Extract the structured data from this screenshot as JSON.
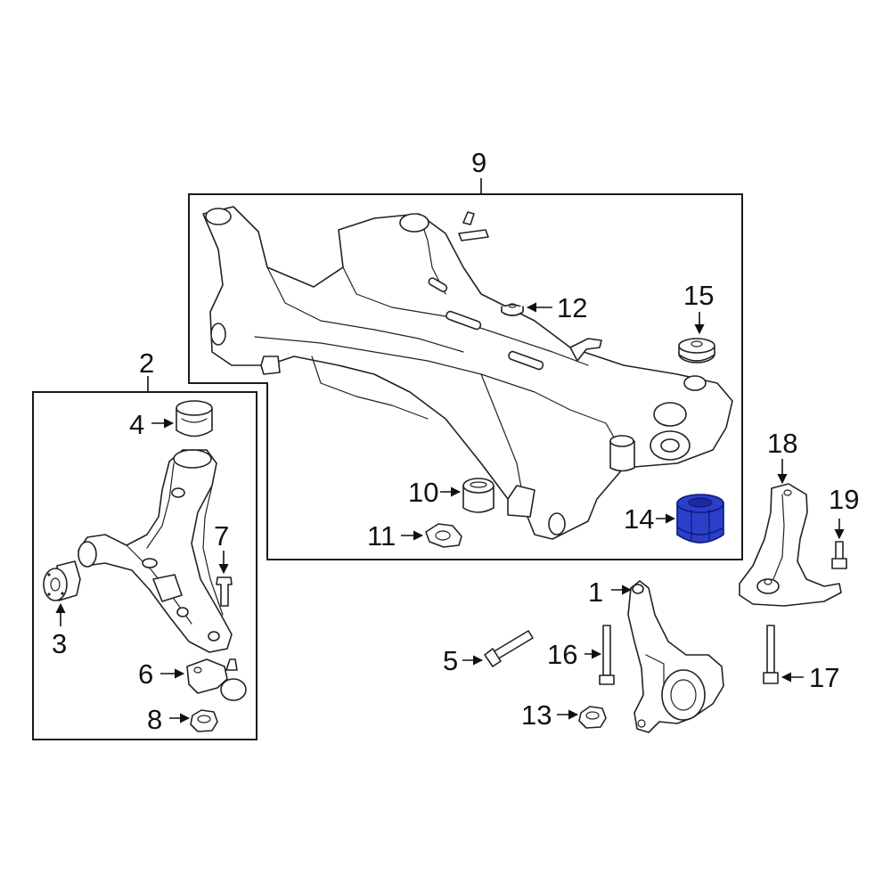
{
  "callouts": {
    "c1": "1",
    "c2": "2",
    "c3": "3",
    "c4": "4",
    "c5": "5",
    "c6": "6",
    "c7": "7",
    "c8": "8",
    "c9": "9",
    "c10": "10",
    "c11": "11",
    "c12": "12",
    "c13": "13",
    "c14": "14",
    "c15": "15",
    "c16": "16",
    "c17": "17",
    "c18": "18",
    "c19": "19"
  },
  "colors": {
    "highlight": "#2b3fc9",
    "line": "#222222",
    "background": "#ffffff"
  },
  "highlighted_part": "14"
}
